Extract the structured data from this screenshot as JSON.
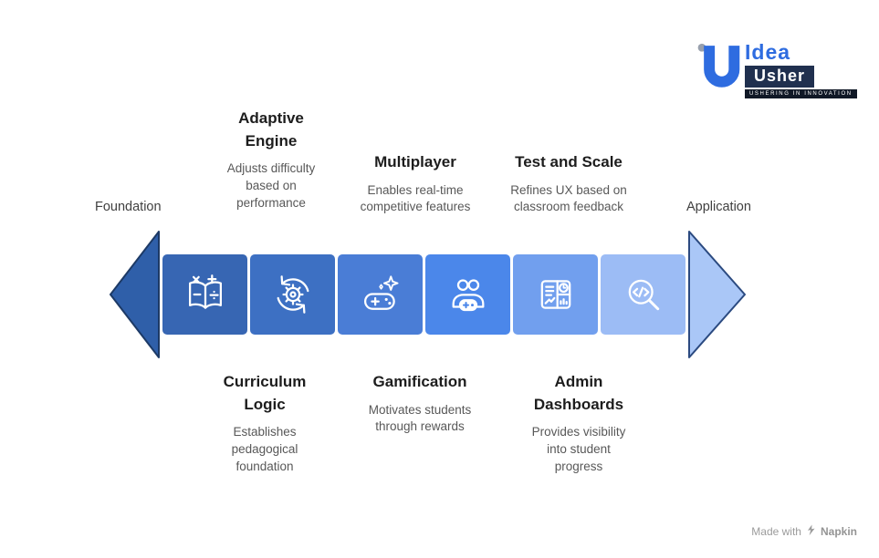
{
  "logo": {
    "brand_top": "Idea",
    "brand_bottom": "Usher",
    "tagline": "USHERING IN INNOVATION",
    "accent_color": "#2e6ce0",
    "navy_color": "#20304f"
  },
  "flow": {
    "left_label": "Foundation",
    "right_label": "Application",
    "arrowhead_left": {
      "fill": "#2f5fa9",
      "stroke": "#1d3a66"
    },
    "arrowhead_right": {
      "fill": "#aac7f7",
      "stroke": "#2b4a80"
    },
    "segments": [
      {
        "icon": "math-book-icon",
        "color": "#3766b3"
      },
      {
        "icon": "iteration-gear-icon",
        "color": "#3d70c3"
      },
      {
        "icon": "game-controller-sparkle-icon",
        "color": "#4a7dd6"
      },
      {
        "icon": "multiplayer-people-icon",
        "color": "#4b87ea"
      },
      {
        "icon": "admin-dashboard-icon",
        "color": "#719fee"
      },
      {
        "icon": "code-magnifier-icon",
        "color": "#9cbcf5"
      }
    ],
    "top_items": [
      {
        "title": "Adaptive Engine",
        "description": "Adjusts difficulty based on performance"
      },
      {
        "title": "Multiplayer",
        "description": "Enables real-time competitive features"
      },
      {
        "title": "Test and Scale",
        "description": "Refines UX based on classroom feedback"
      }
    ],
    "bottom_items": [
      {
        "title": "Curriculum Logic",
        "description": "Establishes pedagogical foundation"
      },
      {
        "title": "Gamification",
        "description": "Motivates students through rewards"
      },
      {
        "title": "Admin Dashboards",
        "description": "Provides visibility into student progress"
      }
    ]
  },
  "footer": {
    "made_with": "Made with",
    "brand": "Napkin"
  }
}
